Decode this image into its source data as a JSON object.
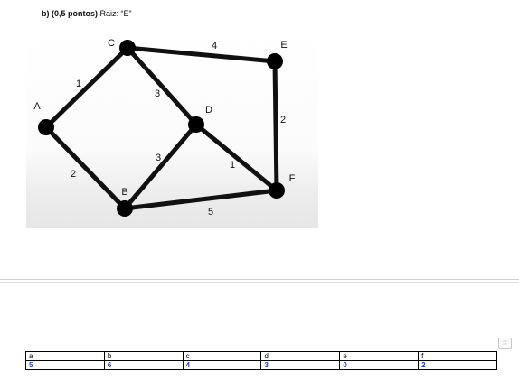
{
  "question": {
    "label": "b)  (0,5 pontos)",
    "text": "Raiz: “E”"
  },
  "graph": {
    "nodes": [
      {
        "id": "A",
        "label": "A"
      },
      {
        "id": "C",
        "label": "C"
      },
      {
        "id": "B",
        "label": "B"
      },
      {
        "id": "D",
        "label": "D"
      },
      {
        "id": "E",
        "label": "E"
      },
      {
        "id": "F",
        "label": "F"
      }
    ],
    "edges": [
      {
        "from": "A",
        "to": "C",
        "weight": "1"
      },
      {
        "from": "A",
        "to": "B",
        "weight": "2"
      },
      {
        "from": "C",
        "to": "D",
        "weight": "3"
      },
      {
        "from": "C",
        "to": "E",
        "weight": "4"
      },
      {
        "from": "B",
        "to": "D",
        "weight": "3"
      },
      {
        "from": "B",
        "to": "F",
        "weight": "5"
      },
      {
        "from": "D",
        "to": "F",
        "weight": "1"
      },
      {
        "from": "E",
        "to": "F",
        "weight": "2"
      }
    ]
  },
  "table": {
    "headers": [
      "a",
      "b",
      "c",
      "d",
      "e",
      "f"
    ],
    "values": [
      "5",
      "6",
      "4",
      "3",
      "0",
      "2"
    ]
  },
  "icons": {
    "handle": "drag-handle-icon"
  }
}
